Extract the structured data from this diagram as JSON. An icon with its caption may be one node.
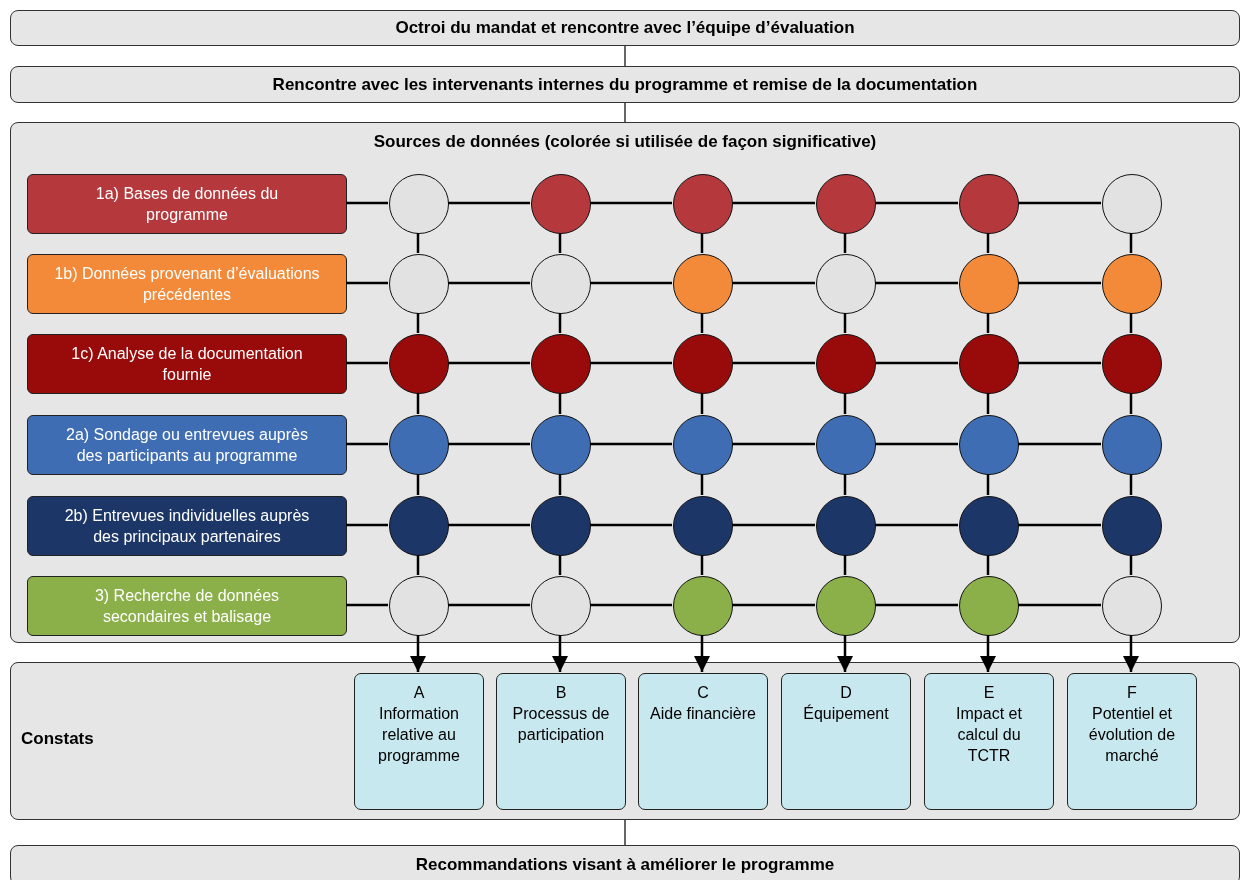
{
  "diagram": {
    "nodes": [
      {
        "text": [
          "Octroi du mandat et rencontre avec l’équipe d’évaluation"
        ]
      },
      {
        "text": [
          "Rencontre avec les intervenants internes du programme et remise de la documentation"
        ]
      },
      {
        "text": [
          "Sources de données (colorée si utilisée de façon significative)"
        ]
      },
      {
        "text": [
          "1a) Bases de données du programme"
        ],
        "in": 2
      },
      {
        "text": [
          "1b) Données provenant d’évaluations précédentes"
        ],
        "in": 2
      },
      {
        "text": [
          "1c) Analyse de la documentation fournie"
        ],
        "in": 2
      },
      {
        "text": [
          "2a) Sondage ou entrevues auprès des participants au programme"
        ],
        "in": 2
      },
      {
        "text": [
          "2b) Entrevues individuelles auprès des principaux partenaires"
        ],
        "in": 2
      },
      {
        "text": [
          "3) Recherche de données secondaires et balisage"
        ],
        "in": 2
      },
      {
        "text": [],
        "shape": "circle",
        "in": 2
      },
      {
        "text": [],
        "shape": "circle",
        "in": 2
      },
      {
        "text": [],
        "shape": "circle",
        "in": 2
      },
      {
        "text": [],
        "shape": "circle",
        "in": 2
      },
      {
        "text": [],
        "shape": "circle",
        "in": 2
      },
      {
        "text": [],
        "shape": "circle",
        "in": 2
      },
      {
        "text": [],
        "shape": "circle",
        "in": 2
      },
      {
        "text": [],
        "shape": "circle",
        "in": 2
      },
      {
        "text": [],
        "shape": "circle",
        "in": 2
      },
      {
        "text": [],
        "shape": "circle",
        "in": 2
      },
      {
        "text": [],
        "shape": "circle",
        "in": 2
      },
      {
        "text": [],
        "shape": "circle",
        "in": 2
      },
      {
        "text": [],
        "shape": "circle",
        "in": 2
      },
      {
        "text": [],
        "shape": "circle",
        "in": 2
      },
      {
        "text": [],
        "shape": "circle",
        "in": 2
      },
      {
        "text": [],
        "shape": "circle",
        "in": 2
      },
      {
        "text": [],
        "shape": "circle",
        "in": 2
      },
      {
        "text": [],
        "shape": "circle",
        "in": 2
      },
      {
        "text": [],
        "shape": "circle",
        "in": 2
      },
      {
        "text": [],
        "shape": "circle",
        "in": 2
      },
      {
        "text": [],
        "shape": "circle",
        "in": 2
      },
      {
        "text": [],
        "shape": "circle",
        "in": 2
      },
      {
        "text": [],
        "shape": "circle",
        "in": 2
      },
      {
        "text": [],
        "shape": "circle",
        "in": 2
      },
      {
        "text": [],
        "shape": "circle",
        "in": 2
      },
      {
        "text": [],
        "shape": "circle",
        "in": 2
      },
      {
        "text": [],
        "shape": "circle",
        "in": 2
      },
      {
        "text": [],
        "shape": "circle",
        "in": 2
      },
      {
        "text": [],
        "shape": "circle",
        "in": 2
      },
      {
        "text": [],
        "shape": "circle",
        "in": 2
      },
      {
        "text": [],
        "shape": "circle",
        "in": 2
      },
      {
        "text": [],
        "shape": "circle",
        "in": 2
      },
      {
        "text": [],
        "shape": "circle",
        "in": 2
      },
      {
        "text": [],
        "shape": "circle",
        "in": 2
      },
      {
        "text": [],
        "shape": "circle",
        "in": 2
      },
      {
        "text": [],
        "shape": "circle",
        "in": 2
      },
      {
        "text": [
          "Constats"
        ]
      },
      {
        "text": [
          "A",
          "Information relative au programme"
        ],
        "in": 45
      },
      {
        "text": [
          "B",
          "Processus de participation"
        ],
        "in": 45
      },
      {
        "text": [
          "C",
          "Aide financière"
        ],
        "in": 45
      },
      {
        "text": [
          "D",
          "Équipement"
        ],
        "in": 45
      },
      {
        "text": [
          "E",
          "Impact et calcul du TCTR"
        ],
        "in": 45
      },
      {
        "text": [
          "F",
          "Potentiel et évolution de marché"
        ],
        "in": 45
      },
      {
        "text": [
          "Recommandations visant à améliorer le programme"
        ]
      }
    ],
    "edges": [
      {
        "from": 0,
        "to": 1,
        "arrow": "none"
      },
      {
        "from": 1,
        "to": 2,
        "arrow": "none"
      },
      {
        "from": 3,
        "to": 9,
        "arrow": "none"
      },
      {
        "from": 9,
        "to": 10,
        "arrow": "none"
      },
      {
        "from": 10,
        "to": 11,
        "arrow": "none"
      },
      {
        "from": 11,
        "to": 12,
        "arrow": "none"
      },
      {
        "from": 12,
        "to": 13,
        "arrow": "none"
      },
      {
        "from": 13,
        "to": 14,
        "arrow": "none"
      },
      {
        "from": 4,
        "to": 15,
        "arrow": "none"
      },
      {
        "from": 15,
        "to": 16,
        "arrow": "none"
      },
      {
        "from": 16,
        "to": 17,
        "arrow": "none"
      },
      {
        "from": 17,
        "to": 18,
        "arrow": "none"
      },
      {
        "from": 18,
        "to": 19,
        "arrow": "none"
      },
      {
        "from": 19,
        "to": 20,
        "arrow": "none"
      },
      {
        "from": 5,
        "to": 21,
        "arrow": "none"
      },
      {
        "from": 21,
        "to": 22,
        "arrow": "none"
      },
      {
        "from": 22,
        "to": 23,
        "arrow": "none"
      },
      {
        "from": 23,
        "to": 24,
        "arrow": "none"
      },
      {
        "from": 24,
        "to": 25,
        "arrow": "none"
      },
      {
        "from": 25,
        "to": 26,
        "arrow": "none"
      },
      {
        "from": 6,
        "to": 27,
        "arrow": "none"
      },
      {
        "from": 27,
        "to": 28,
        "arrow": "none"
      },
      {
        "from": 28,
        "to": 29,
        "arrow": "none"
      },
      {
        "from": 29,
        "to": 30,
        "arrow": "none"
      },
      {
        "from": 30,
        "to": 31,
        "arrow": "none"
      },
      {
        "from": 31,
        "to": 32,
        "arrow": "none"
      },
      {
        "from": 7,
        "to": 33,
        "arrow": "none"
      },
      {
        "from": 33,
        "to": 34,
        "arrow": "none"
      },
      {
        "from": 34,
        "to": 35,
        "arrow": "none"
      },
      {
        "from": 35,
        "to": 36,
        "arrow": "none"
      },
      {
        "from": 36,
        "to": 37,
        "arrow": "none"
      },
      {
        "from": 37,
        "to": 38,
        "arrow": "none"
      },
      {
        "from": 8,
        "to": 39,
        "arrow": "none"
      },
      {
        "from": 39,
        "to": 40,
        "arrow": "none"
      },
      {
        "from": 40,
        "to": 41,
        "arrow": "none"
      },
      {
        "from": 41,
        "to": 42,
        "arrow": "none"
      },
      {
        "from": 42,
        "to": 43,
        "arrow": "none"
      },
      {
        "from": 43,
        "to": 44,
        "arrow": "none"
      },
      {
        "from": 9,
        "to": 15,
        "arrow": "none"
      },
      {
        "from": 10,
        "to": 16,
        "arrow": "none"
      },
      {
        "from": 11,
        "to": 17,
        "arrow": "none"
      },
      {
        "from": 12,
        "to": 18,
        "arrow": "none"
      },
      {
        "from": 13,
        "to": 19,
        "arrow": "none"
      },
      {
        "from": 14,
        "to": 20,
        "arrow": "none"
      },
      {
        "from": 15,
        "to": 21,
        "arrow": "none"
      },
      {
        "from": 16,
        "to": 22,
        "arrow": "none"
      },
      {
        "from": 17,
        "to": 23,
        "arrow": "none"
      },
      {
        "from": 18,
        "to": 24,
        "arrow": "none"
      },
      {
        "from": 19,
        "to": 25,
        "arrow": "none"
      },
      {
        "from": 20,
        "to": 26,
        "arrow": "none"
      },
      {
        "from": 21,
        "to": 27,
        "arrow": "none"
      },
      {
        "from": 22,
        "to": 28,
        "arrow": "none"
      },
      {
        "from": 23,
        "to": 29,
        "arrow": "none"
      },
      {
        "from": 24,
        "to": 30,
        "arrow": "none"
      },
      {
        "from": 25,
        "to": 31,
        "arrow": "none"
      },
      {
        "from": 26,
        "to": 32,
        "arrow": "none"
      },
      {
        "from": 27,
        "to": 33,
        "arrow": "none"
      },
      {
        "from": 28,
        "to": 34,
        "arrow": "none"
      },
      {
        "from": 29,
        "to": 35,
        "arrow": "none"
      },
      {
        "from": 30,
        "to": 36,
        "arrow": "none"
      },
      {
        "from": 31,
        "to": 37,
        "arrow": "none"
      },
      {
        "from": 32,
        "to": 38,
        "arrow": "none"
      },
      {
        "from": 33,
        "to": 39,
        "arrow": "none"
      },
      {
        "from": 34,
        "to": 40,
        "arrow": "none"
      },
      {
        "from": 35,
        "to": 41,
        "arrow": "none"
      },
      {
        "from": 36,
        "to": 42,
        "arrow": "none"
      },
      {
        "from": 37,
        "to": 43,
        "arrow": "none"
      },
      {
        "from": 38,
        "to": 44,
        "arrow": "none"
      },
      {
        "from": 39,
        "to": 46,
        "arrow": "to"
      },
      {
        "from": 40,
        "to": 47,
        "arrow": "to"
      },
      {
        "from": 41,
        "to": 48,
        "arrow": "to"
      },
      {
        "from": 42,
        "to": 49,
        "arrow": "to"
      },
      {
        "from": 43,
        "to": 50,
        "arrow": "to"
      },
      {
        "from": 44,
        "to": 51,
        "arrow": "to"
      },
      {
        "from": 45,
        "to": 52,
        "arrow": "none"
      }
    ]
  }
}
